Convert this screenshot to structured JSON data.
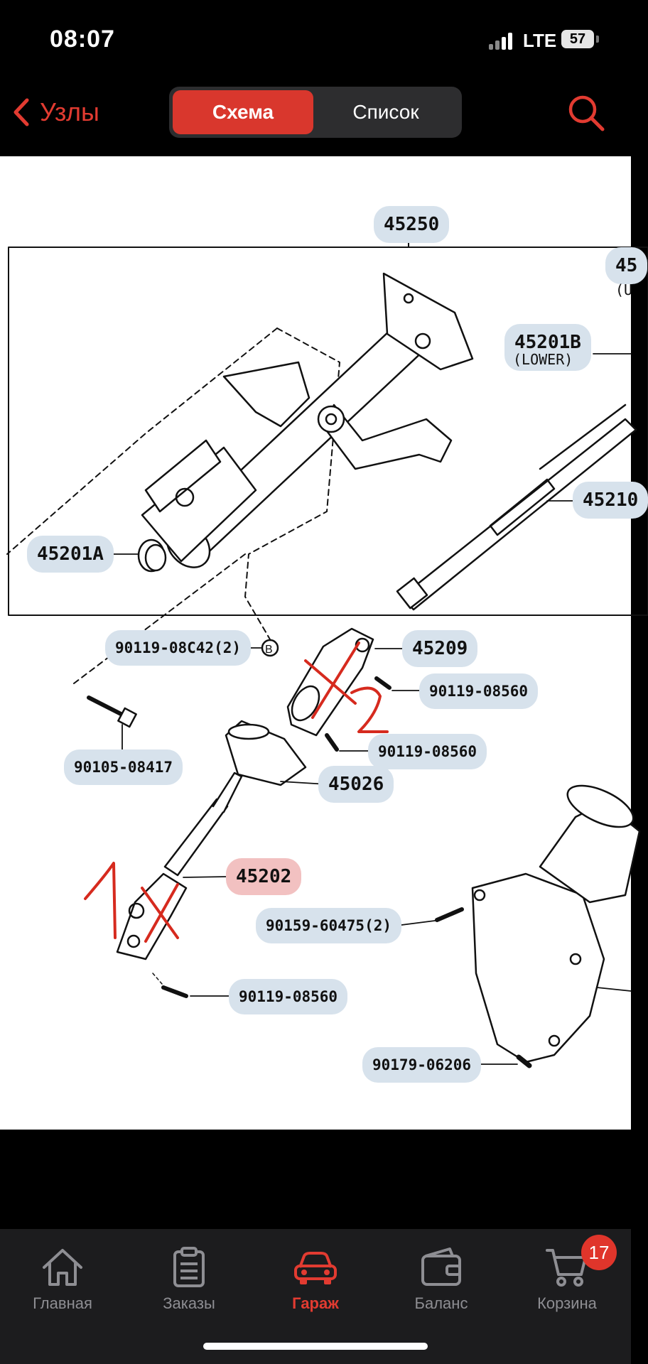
{
  "status_bar": {
    "time": "08:07",
    "network": "LTE",
    "battery": "57"
  },
  "nav": {
    "back_label": "Узлы",
    "segments": [
      {
        "label": "Схема",
        "active": true
      },
      {
        "label": "Список",
        "active": false
      }
    ],
    "accent_color": "#e23b31"
  },
  "diagram": {
    "labels": {
      "p45250": "45250",
      "p45201b": "45201B",
      "p45201b_sub": "(LOWER)",
      "p45201a": "45201A",
      "p45210": "45210",
      "p90119_08c42": "90119-08C42(2)",
      "p45209": "45209",
      "p90119_08560_a": "90119-08560",
      "p90119_08560_b": "90119-08560",
      "p90105_08417": "90105-08417",
      "p45026": "45026",
      "p45202": "45202",
      "p90159_60475": "90159-60475(2)",
      "p90119_08560_c": "90119-08560",
      "p90179_06206": "90179-06206",
      "marker_b": "B",
      "edge_cut_top": "45",
      "edge_cut_sub": "(U"
    },
    "handwritten": {
      "mark_1": "1",
      "mark_2": "2"
    }
  },
  "tabbar": {
    "tabs": [
      {
        "label": "Главная",
        "icon": "home-icon",
        "active": false
      },
      {
        "label": "Заказы",
        "icon": "clipboard-icon",
        "active": false
      },
      {
        "label": "Гараж",
        "icon": "car-icon",
        "active": true
      },
      {
        "label": "Баланс",
        "icon": "wallet-icon",
        "active": false
      },
      {
        "label": "Корзина",
        "icon": "cart-icon",
        "active": false
      }
    ],
    "cart_badge": "17"
  }
}
